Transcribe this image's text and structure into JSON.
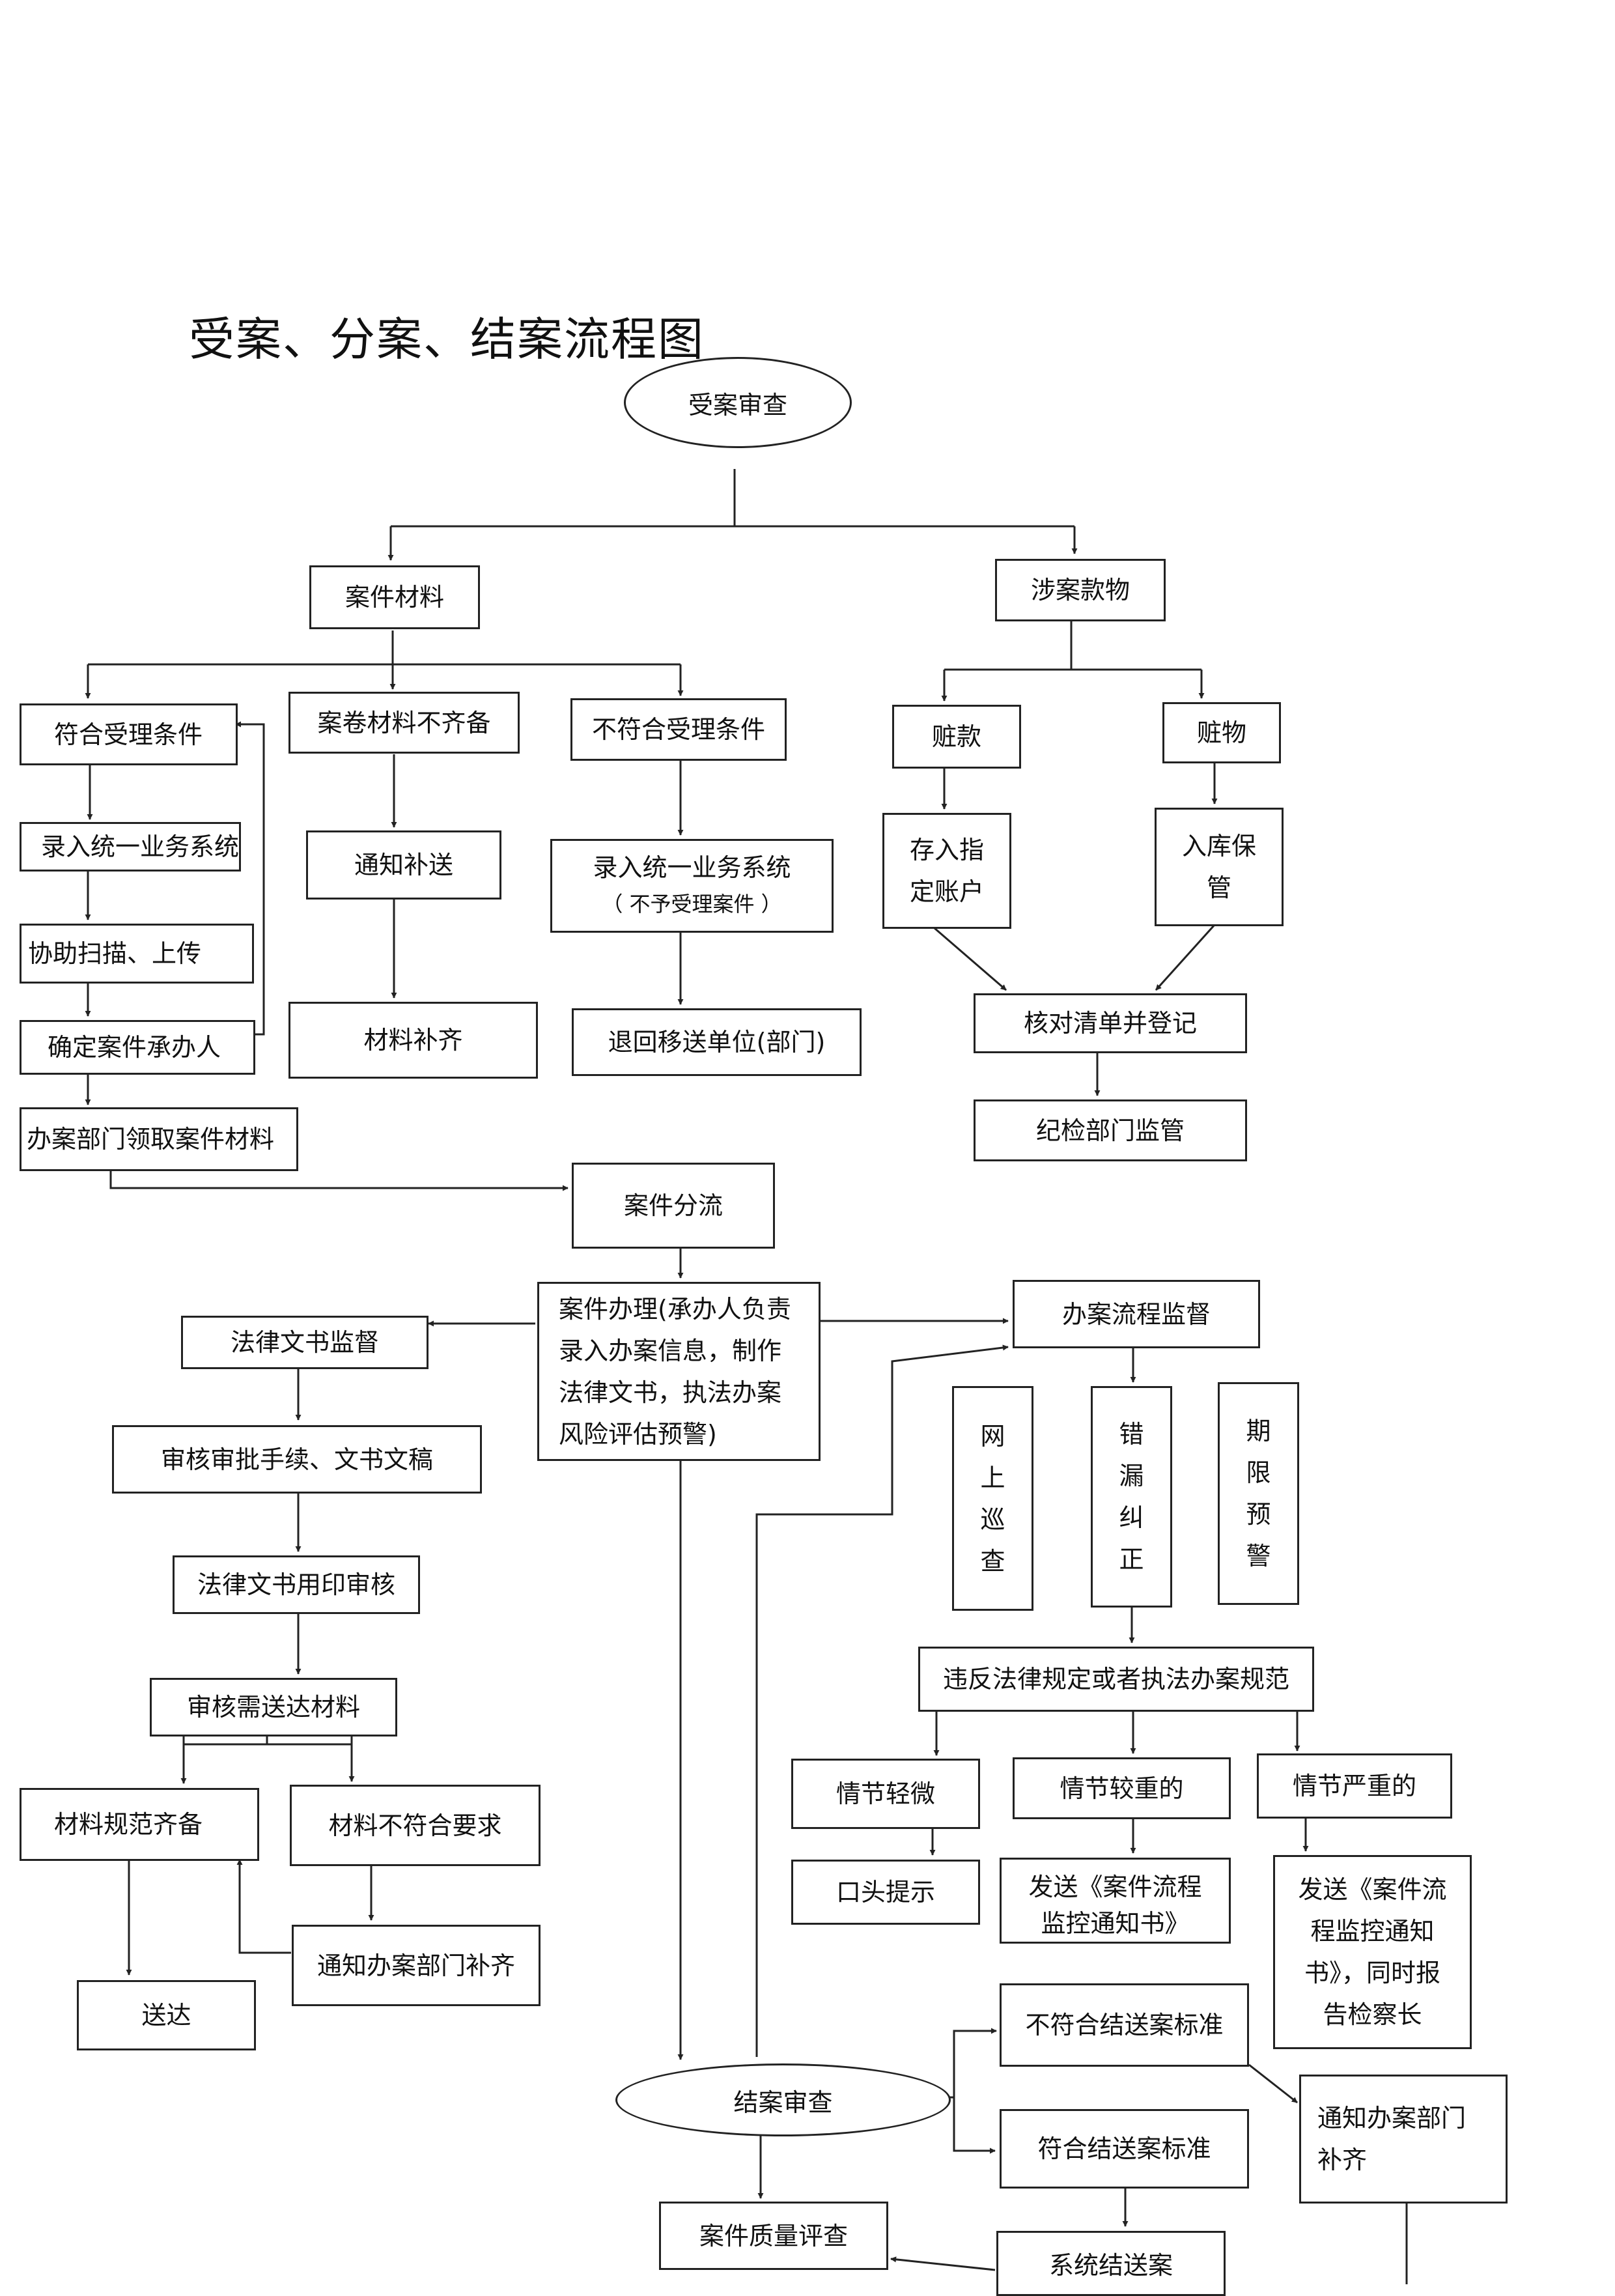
{
  "title": "受案、分案、结案流程图",
  "nodes": {
    "shouan": "受案审查",
    "cailiao": "案件材料",
    "shekuan": "涉案款物",
    "fuhe": "符合受理条件",
    "buqibei": "案卷材料不齐备",
    "bufuhe": "不符合受理条件",
    "zangkuan": "赃款",
    "zangwu": "赃物",
    "luru1": "录入统一业务系统",
    "tongzhibusong": "通知补送",
    "luru2_l1": "录入统一业务系统",
    "luru2_l2": "（ 不予受理案件 ）",
    "cunru_l1": "存入指",
    "cunru_l2": "定账户",
    "ruku_l1": "入库保",
    "ruku_l2": "管",
    "xiezhu": "协助扫描、上传",
    "queding": "确定案件承办人",
    "buqi": "材料补齐",
    "tuihui": "退回移送单位(部门)",
    "hedui": "核对清单并登记",
    "jijian": "纪检部门监管",
    "lingqu": "办案部门领取案件材料",
    "fenliu": "案件分流",
    "banli_l1": "案件办理(承办人负责",
    "banli_l2": "录入办案信息，制作",
    "banli_l3": "法律文书，执法办案",
    "banli_l4": "风险评估预警)",
    "falvjiandu": "法律文书监督",
    "liuchengjiandu": "办案流程监督",
    "shenhe_shouxu": "审核审批手续、文书文稿",
    "yongyin": "法律文书用印审核",
    "songda_cailiao": "审核需送达材料",
    "guifan": "材料规范齐备",
    "bufuheyaoqiu": "材料不符合要求",
    "tongzhibuqi": "通知办案部门补齐",
    "songda": "送达",
    "wangshang": [
      "网",
      "上",
      "巡",
      "查"
    ],
    "cuolou": [
      "错",
      "漏",
      "纠",
      "正"
    ],
    "qixian": [
      "期",
      "限",
      "预",
      "警"
    ],
    "weifan": "违反法律规定或者执法办案规范",
    "qingjie_qing": "情节轻微",
    "qingjie_zhong": "情节较重的",
    "qingjie_yan": "情节严重的",
    "koutou": "口头提示",
    "fasong1_l1": "发送《案件流程",
    "fasong1_l2": "监控通知书》",
    "fasong2_l1": "发送《案件流",
    "fasong2_l2": "程监控通知",
    "fasong2_l3": "书》，同时报",
    "fasong2_l4": "告检察长",
    "bufuhe_jie": "不符合结送案标准",
    "jiean": "结案审查",
    "fuhe_jie": "符合结送案标准",
    "tongzhi_jie_l1": "通知办案部门",
    "tongzhi_jie_l2": "补齐",
    "zhiliang": "案件质量评查",
    "xitong": "系统结送案"
  }
}
